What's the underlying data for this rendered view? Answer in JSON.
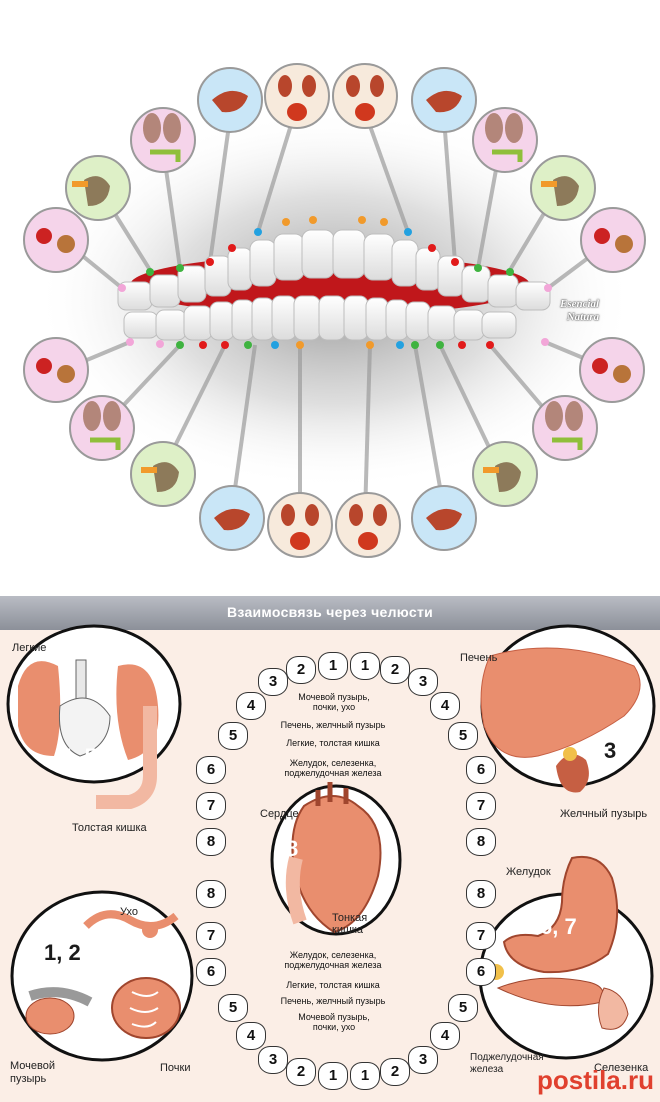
{
  "watermark": {
    "line1": "Esencial",
    "line2": "Natura"
  },
  "title": "Взаимосвязь через челюсти",
  "organs": {
    "lungs": "Легкие",
    "colon": "Толстая кишка",
    "liver": "Печень",
    "gallbladder": "Желчный пузырь",
    "heart": "Сердце",
    "small_intestine_1": "Тонкая",
    "small_intestine_2": "кишка",
    "stomach": "Желудок",
    "ear": "Ухо",
    "bladder_1": "Мочевой",
    "bladder_2": "пузырь",
    "kidneys": "Почки",
    "pancreas_1": "Поджелудочная",
    "pancreas_2": "железа",
    "spleen": "Селезенка"
  },
  "big_numbers": {
    "lungs": "4, 5",
    "liver": "3",
    "heart": "8",
    "stomach": "6, 7",
    "kidneys": "1, 2"
  },
  "middle_labels": {
    "top": [
      "Мочевой пузырь,",
      "почки, ухо",
      "Печень, желчный пузырь",
      "Легкие, толстая кишка",
      "Желудок, селезенка,",
      "поджелудочная железа"
    ],
    "bottom": [
      "Желудок, селезенка,",
      "поджелудочная железа",
      "Легкие, толстая кишка",
      "Печень, желчный пузырь",
      "Мочевой пузырь,",
      "почки, ухо"
    ]
  },
  "tooth_numbers": {
    "upper": [
      "8",
      "7",
      "6",
      "5",
      "4",
      "3",
      "2",
      "1",
      "1",
      "2",
      "3",
      "4",
      "5",
      "6",
      "7",
      "8"
    ],
    "lower": [
      "8",
      "7",
      "6",
      "5",
      "4",
      "3",
      "2",
      "1",
      "1",
      "2",
      "3",
      "4",
      "5",
      "6",
      "7",
      "8"
    ]
  },
  "logo": {
    "text": "postila",
    "suffix": ".ru"
  },
  "colors": {
    "organ": "#e98e6e",
    "organ_dark": "#c65f43",
    "bg": "#fbeee6",
    "title_bar": "#9a9ea7"
  }
}
